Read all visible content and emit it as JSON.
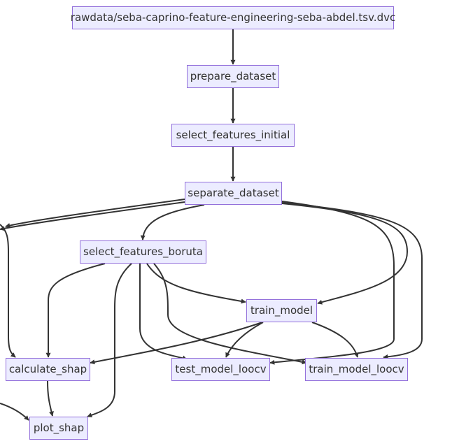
{
  "colors": {
    "node_fill": "#ececff",
    "node_border": "#9370db",
    "text": "#333333",
    "edge": "#333333",
    "background": "#ffffff"
  },
  "nodes": {
    "rawdata": "rawdata/seba-caprino-feature-engineering-seba-abdel.tsv.dvc",
    "prepare_dataset": "prepare_dataset",
    "select_features_initial": "select_features_initial",
    "separate_dataset": "separate_dataset",
    "select_features_boruta": "select_features_boruta",
    "train_model": "train_model",
    "calculate_shap": "calculate_shap",
    "test_model_loocv": "test_model_loocv",
    "train_model_loocv": "train_model_loocv",
    "plot_shap": "plot_shap"
  },
  "edges": [
    [
      "rawdata",
      "prepare_dataset"
    ],
    [
      "prepare_dataset",
      "select_features_initial"
    ],
    [
      "select_features_initial",
      "separate_dataset"
    ],
    [
      "separate_dataset",
      "select_features_boruta"
    ],
    [
      "separate_dataset",
      "train_model"
    ],
    [
      "separate_dataset",
      "calculate_shap"
    ],
    [
      "separate_dataset",
      "test_model_loocv"
    ],
    [
      "separate_dataset",
      "train_model_loocv"
    ],
    [
      "separate_dataset",
      "plot_shap"
    ],
    [
      "select_features_boruta",
      "train_model"
    ],
    [
      "select_features_boruta",
      "calculate_shap"
    ],
    [
      "select_features_boruta",
      "test_model_loocv"
    ],
    [
      "select_features_boruta",
      "train_model_loocv"
    ],
    [
      "select_features_boruta",
      "plot_shap"
    ],
    [
      "train_model",
      "calculate_shap"
    ],
    [
      "train_model",
      "test_model_loocv"
    ],
    [
      "train_model",
      "train_model_loocv"
    ],
    [
      "calculate_shap",
      "plot_shap"
    ]
  ]
}
